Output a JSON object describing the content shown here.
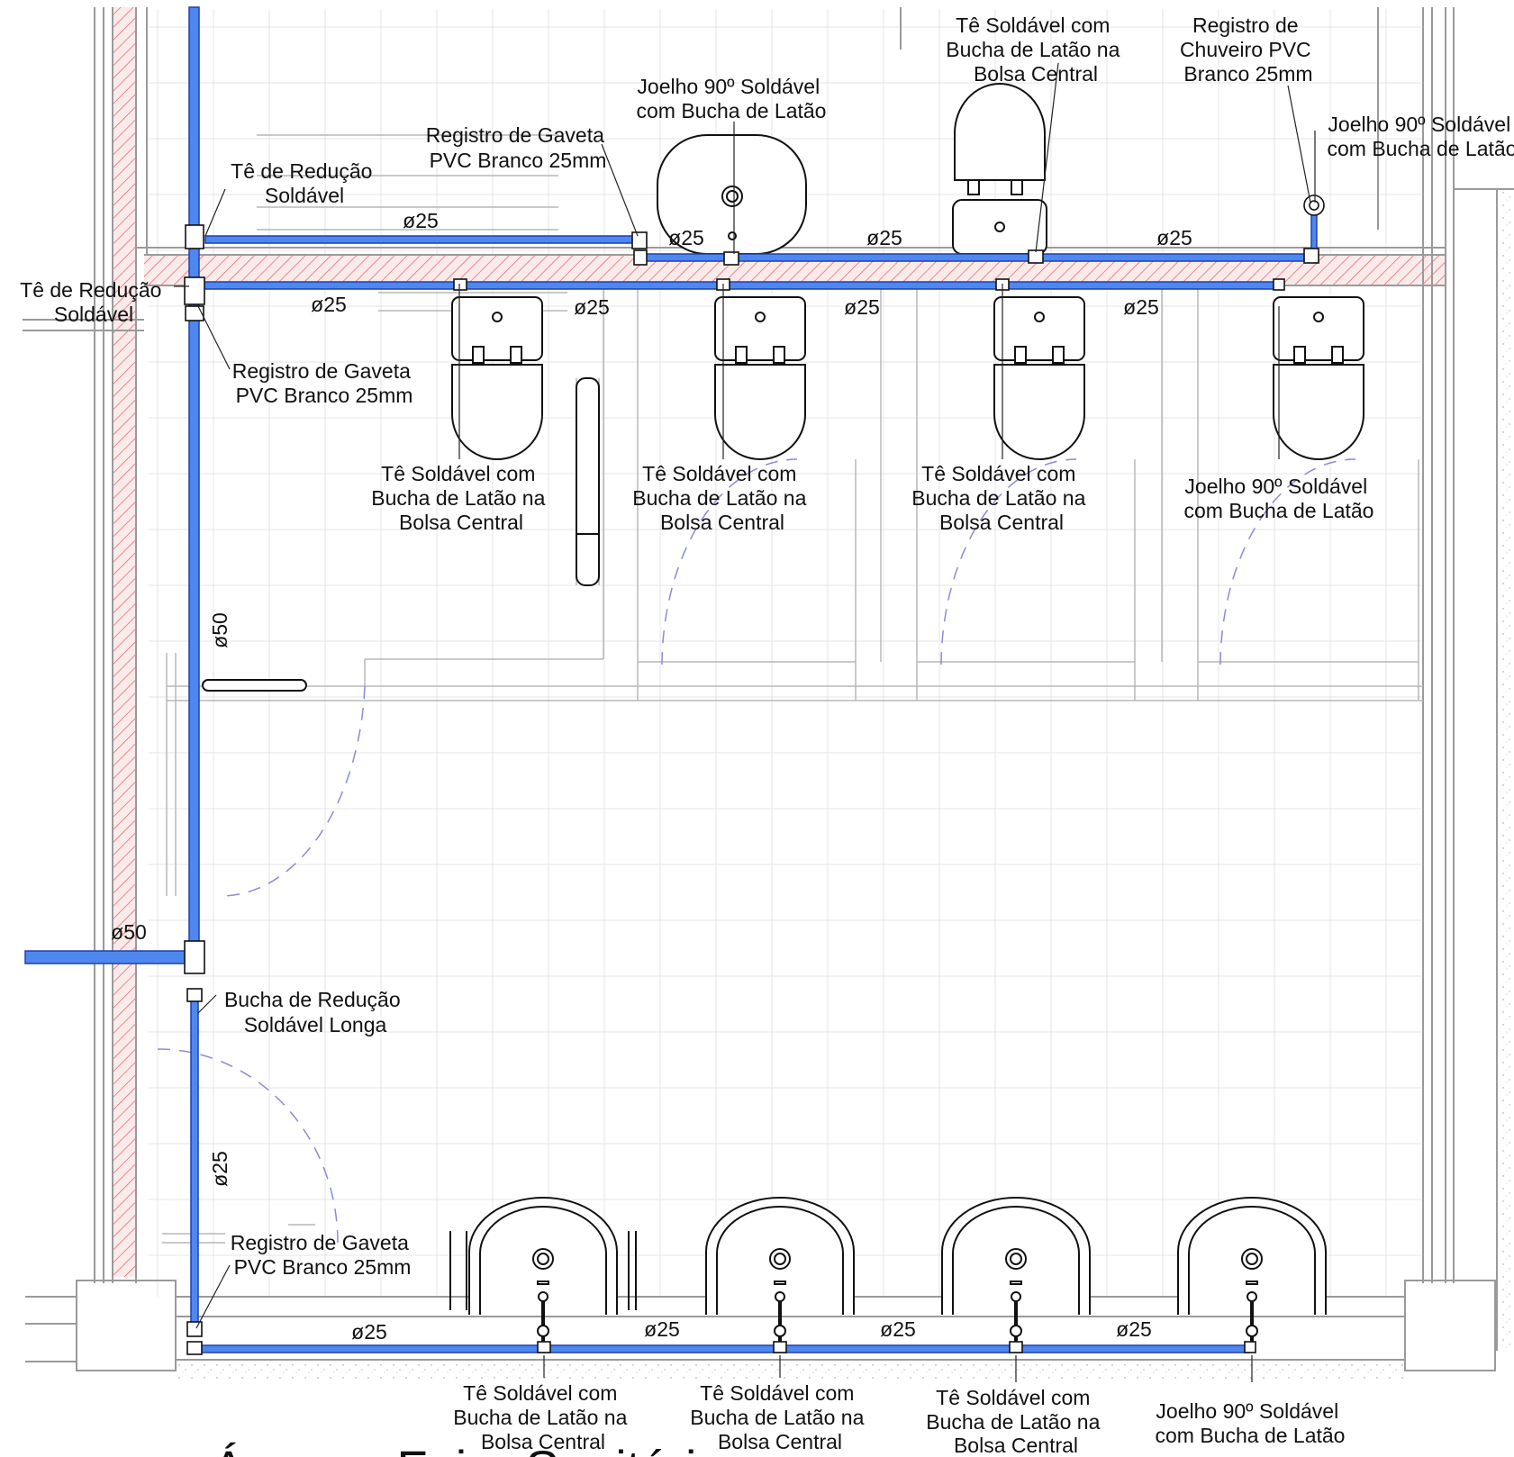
{
  "title": "Área — Feira Sanitária",
  "colors": {
    "pipe": "#4e88ee",
    "pipe_edge": "#1f3fb0",
    "wall_hatch": "#e06060",
    "door_swing": "#8a8adc",
    "ink": "#111111"
  },
  "labels": {
    "te_soldavel_top": [
      "Tê Soldável com",
      "Bucha de Latão na",
      "Bolsa Central"
    ],
    "registro_chuveiro": [
      "Registro de",
      "Chuveiro PVC",
      "Branco 25mm"
    ],
    "joelho_top_center": [
      "Joelho 90º Soldável",
      "com Bucha de Latão"
    ],
    "joelho_top_right": [
      "Joelho 90º Soldável",
      "com Bucha de Latão"
    ],
    "registro_gaveta_top": [
      "Registro de Gaveta",
      "PVC Branco 25mm"
    ],
    "te_reducao_top": [
      "Tê de Redução",
      "Soldável"
    ],
    "te_reducao_left": [
      "Tê de Redução",
      "Soldável"
    ],
    "registro_gaveta_left": [
      "Registro de Gaveta",
      "PVC Branco 25mm"
    ],
    "te_toilet_1": [
      "Tê Soldável com",
      "Bucha de Latão na",
      "Bolsa Central"
    ],
    "te_toilet_2": [
      "Tê Soldável com",
      "Bucha de Latão na",
      "Bolsa Central"
    ],
    "te_toilet_3": [
      "Tê Soldável com",
      "Bucha de Latão na",
      "Bolsa Central"
    ],
    "joelho_toilet_4": [
      "Joelho 90º Soldável",
      "com Bucha de Latão"
    ],
    "bucha_reducao": [
      "Bucha de Redução",
      "Soldável Longa"
    ],
    "registro_gaveta_bottom": [
      "Registro de Gaveta",
      "PVC Branco 25mm"
    ],
    "te_sink_1": [
      "Tê Soldável com",
      "Bucha de Latão na",
      "Bolsa Central"
    ],
    "te_sink_2": [
      "Tê Soldável com",
      "Bucha de Latão na",
      "Bolsa Central"
    ],
    "te_sink_3": [
      "Tê Soldável com",
      "Bucha de Latão na",
      "Bolsa Central"
    ],
    "joelho_sink_4": [
      "Joelho 90º Soldável",
      "com Bucha de Latão"
    ]
  },
  "dimensions": {
    "d25": "ø25",
    "d50": "ø50"
  }
}
